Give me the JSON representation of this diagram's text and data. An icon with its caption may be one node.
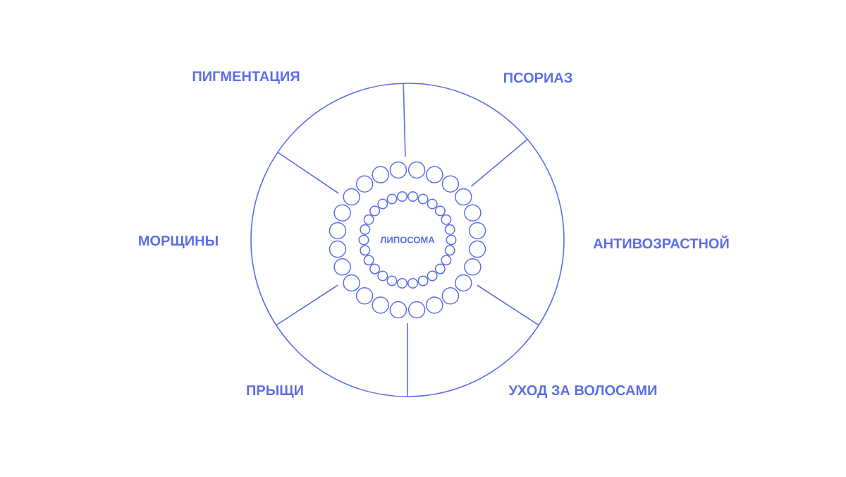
{
  "diagram": {
    "nodes": [
      {
        "text": [
          "ЛИПОСОМА"
        ]
      }
    ],
    "labels": [
      "ПИГМЕНТАЦИЯ",
      "ПСОРИАЗ",
      "МОРЩИНЫ",
      "АНТИВОЗРАСТНОЙ",
      "ПРЫЩИ",
      "УХОД ЗА ВОЛОСАМИ"
    ]
  }
}
